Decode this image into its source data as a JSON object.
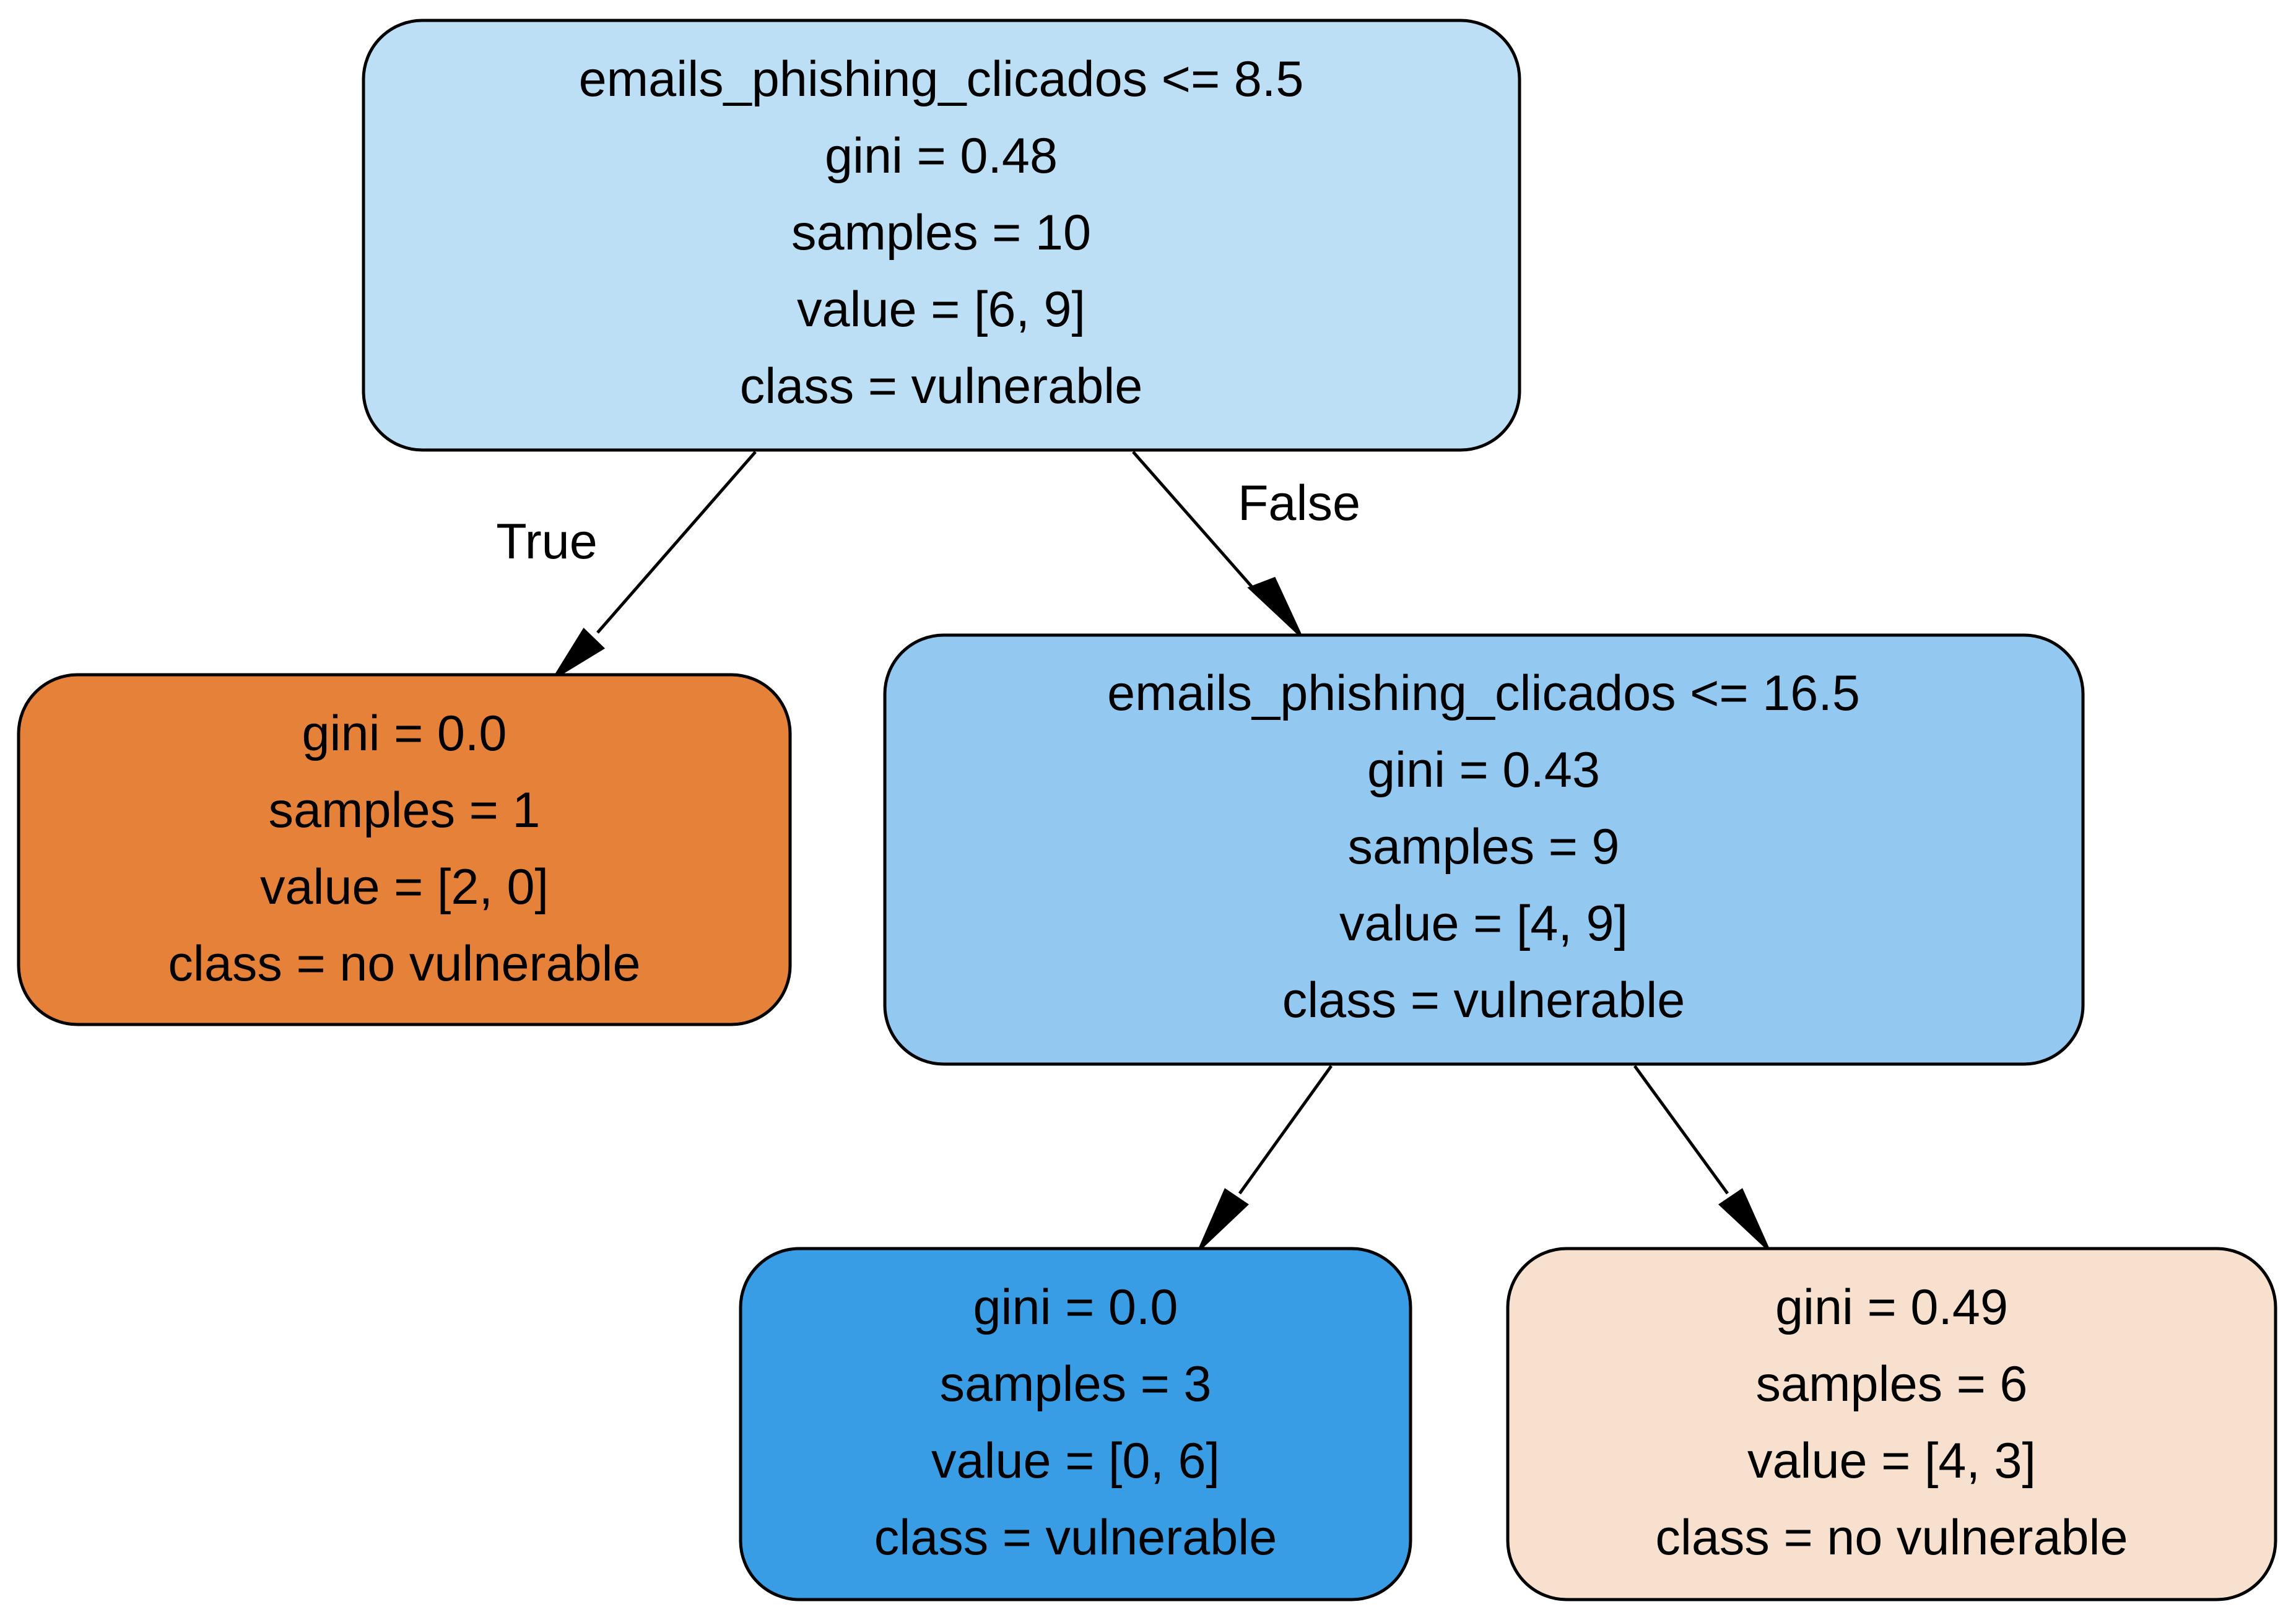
{
  "tree": {
    "nodes": [
      {
        "id": "n0",
        "fill": "#bddff6",
        "lines": [
          "emails_phishing_clicados <= 8.5",
          "gini = 0.48",
          "samples = 10",
          "value = [6, 9]",
          "class = vulnerable"
        ]
      },
      {
        "id": "n1",
        "fill": "#e58139",
        "lines": [
          "gini = 0.0",
          "samples = 1",
          "value = [2, 0]",
          "class = no vulnerable"
        ]
      },
      {
        "id": "n2",
        "fill": "#93c9f1",
        "lines": [
          "emails_phishing_clicados <= 16.5",
          "gini = 0.43",
          "samples = 9",
          "value = [4, 9]",
          "class = vulnerable"
        ]
      },
      {
        "id": "n3",
        "fill": "#399de5",
        "lines": [
          "gini = 0.0",
          "samples = 3",
          "value = [0, 6]",
          "class = vulnerable"
        ]
      },
      {
        "id": "n4",
        "fill": "#f8e0ce",
        "lines": [
          "gini = 0.49",
          "samples = 6",
          "value = [4, 3]",
          "class = no vulnerable"
        ]
      }
    ],
    "edges": [
      {
        "from": "n0",
        "to": "n1",
        "label": "True"
      },
      {
        "from": "n0",
        "to": "n2",
        "label": "False"
      },
      {
        "from": "n2",
        "to": "n3",
        "label": ""
      },
      {
        "from": "n2",
        "to": "n4",
        "label": ""
      }
    ]
  }
}
